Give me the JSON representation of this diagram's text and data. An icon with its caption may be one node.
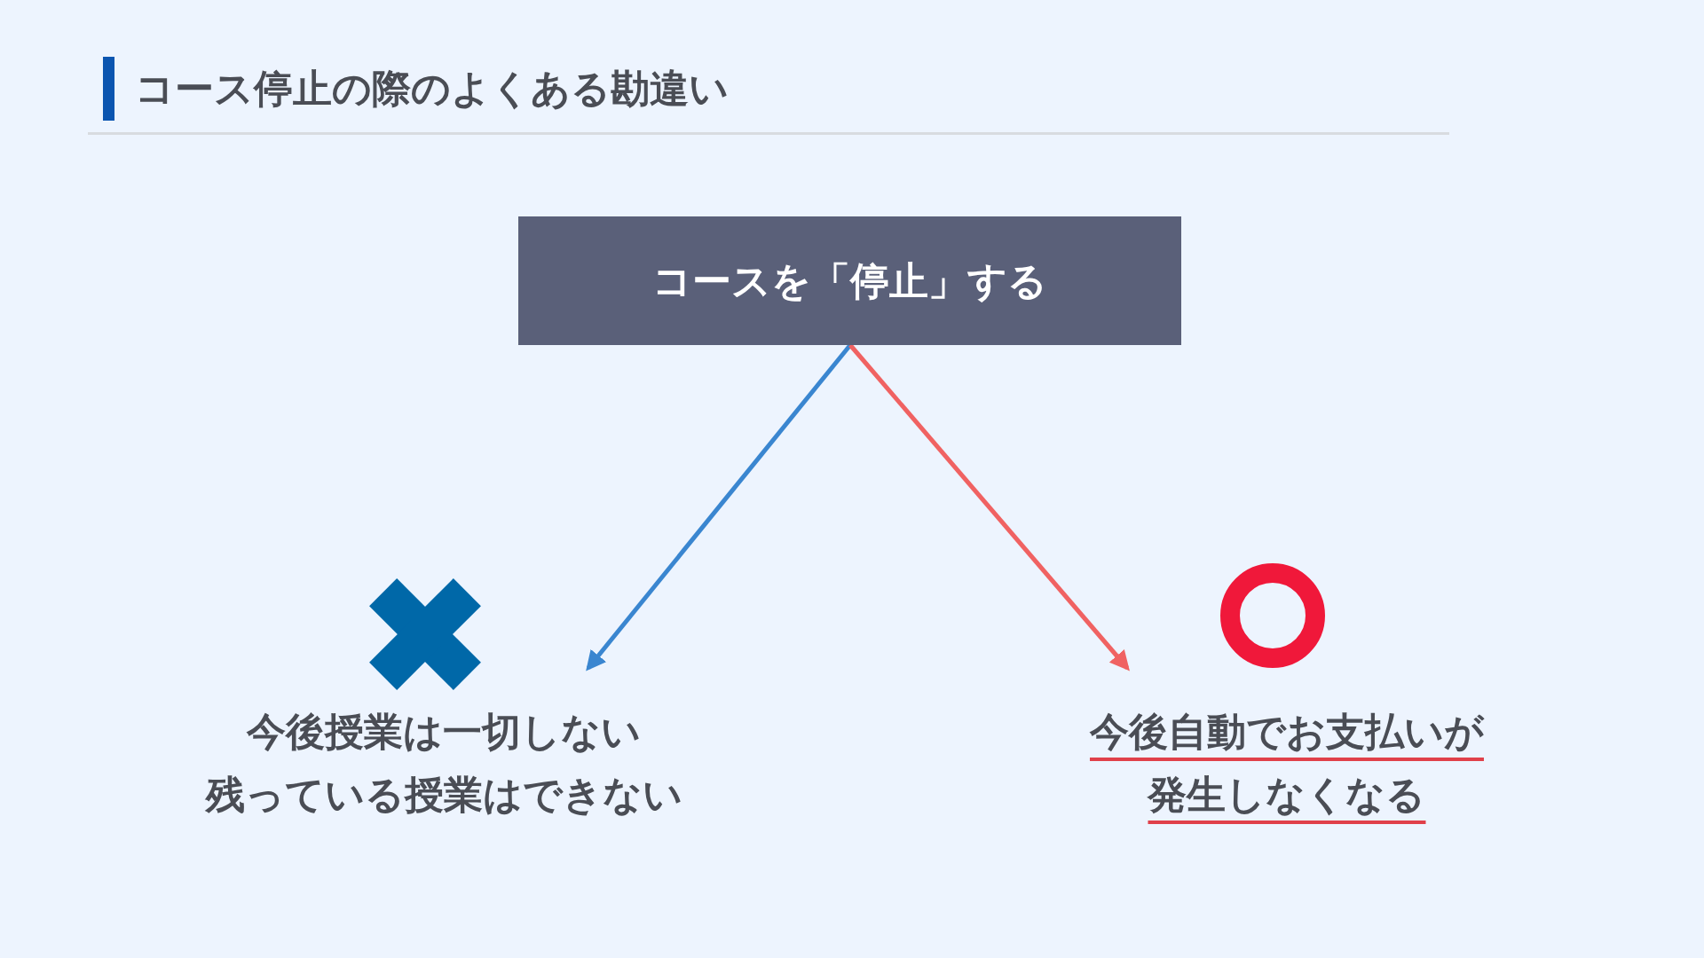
{
  "diagram": {
    "title": "コース停止の際のよくある勘違い",
    "nodes": [
      {
        "text": [
          "コースを「停止」する"
        ]
      },
      {
        "text": [
          "今後授業は一切しない",
          "残っている授業はできない"
        ]
      },
      {
        "text": [
          "今後自動でお支払いが発生しなくなる"
        ]
      }
    ],
    "edges": [
      {
        "from": 0,
        "to": 1,
        "arrow": "to",
        "color": "#3a86d0"
      },
      {
        "from": 0,
        "to": 2,
        "arrow": "to",
        "color": "#f06262"
      }
    ]
  }
}
